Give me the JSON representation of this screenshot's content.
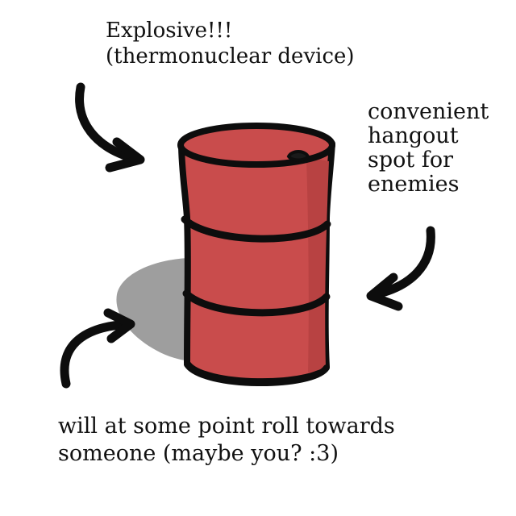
{
  "annotations": {
    "explosive": {
      "line1": "Explosive!!!",
      "line2": "(thermonuclear device)"
    },
    "hangout": {
      "line1": "convenient",
      "line2": "hangout",
      "line3": "spot for",
      "line4": "enemies"
    },
    "roll": {
      "line1": "will at some point roll towards",
      "line2": "someone (maybe you? :3)"
    }
  },
  "colors": {
    "barrel_fill": "#c94c4c",
    "barrel_outline": "#0d0d0d",
    "shadow": "#9e9e9e",
    "text": "#111111",
    "background": "#ffffff"
  }
}
